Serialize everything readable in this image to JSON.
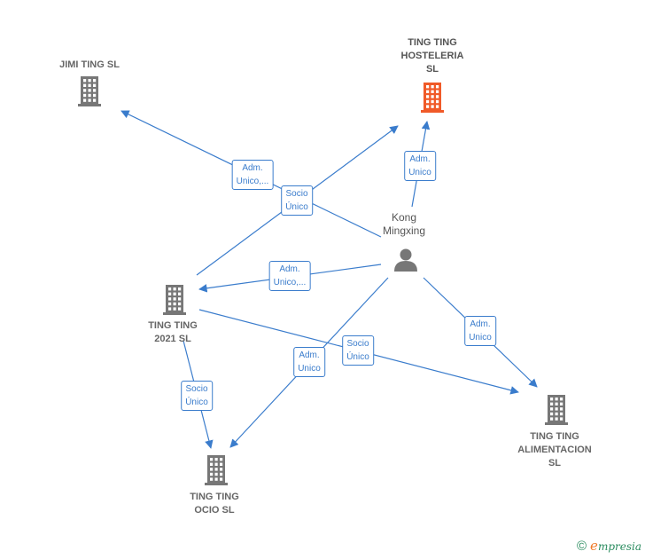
{
  "nodes": {
    "jimi": {
      "lines": [
        "JIMI TING  SL"
      ],
      "kind": "company",
      "color": "#777777"
    },
    "hosteleria": {
      "lines": [
        "TING TING",
        "HOSTELERIA",
        "SL"
      ],
      "kind": "company",
      "color": "#f05a28"
    },
    "kong": {
      "lines": [
        "Kong",
        "Mingxing"
      ],
      "kind": "person",
      "color": "#777777"
    },
    "t2021": {
      "lines": [
        "TING TING",
        "2021  SL"
      ],
      "kind": "company",
      "color": "#777777"
    },
    "alimentacion": {
      "lines": [
        "TING TING",
        "ALIMENTACION",
        "SL"
      ],
      "kind": "company",
      "color": "#777777"
    },
    "ocio": {
      "lines": [
        "TING TING",
        "OCIO  SL"
      ],
      "kind": "company",
      "color": "#777777"
    }
  },
  "edges": [
    {
      "id": "kong-jimi",
      "lines": [
        "Adm.",
        "Unico,..."
      ]
    },
    {
      "id": "t2021-hosteleria",
      "lines": [
        "Socio",
        "Único"
      ]
    },
    {
      "id": "kong-hosteleria",
      "lines": [
        "Adm.",
        "Unico"
      ]
    },
    {
      "id": "kong-t2021",
      "lines": [
        "Adm.",
        "Unico,..."
      ]
    },
    {
      "id": "kong-alimentacion",
      "lines": [
        "Adm.",
        "Unico"
      ]
    },
    {
      "id": "t2021-alimentacion",
      "lines": [
        "Socio",
        "Único"
      ]
    },
    {
      "id": "kong-ocio",
      "lines": [
        "Adm.",
        "Unico"
      ]
    },
    {
      "id": "t2021-ocio",
      "lines": [
        "Socio",
        "Único"
      ]
    }
  ],
  "colors": {
    "edge": "#3a7ccc",
    "icon": "#777777",
    "accent": "#f05a28"
  },
  "footer": {
    "copyright": "©",
    "brand_initial": "e",
    "brand_rest": "mpresia"
  }
}
